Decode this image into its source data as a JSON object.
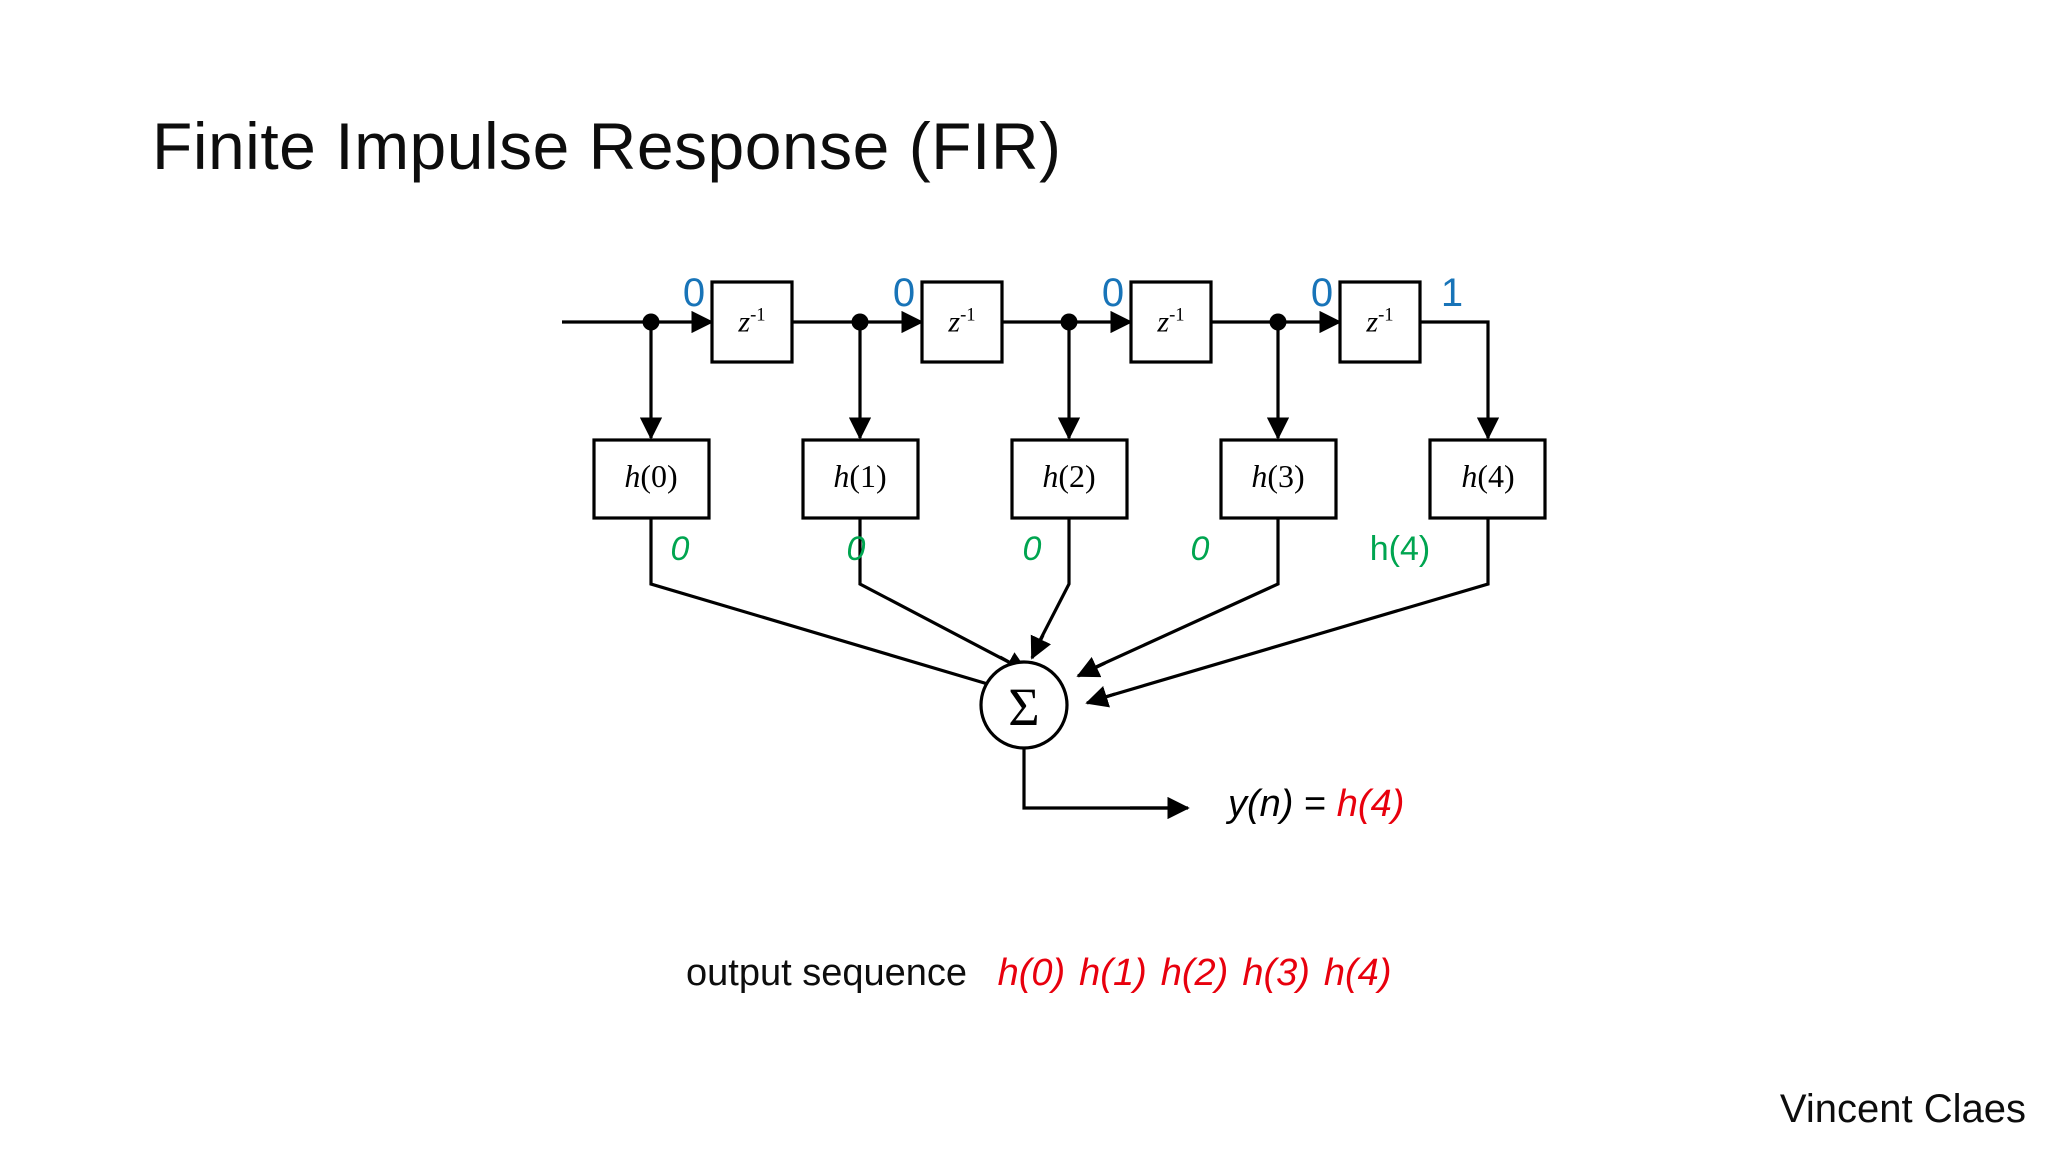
{
  "slide": {
    "title": "Finite Impulse Response (FIR)",
    "footer_author": "Vincent Claes"
  },
  "diagram": {
    "type": "fir-filter-block-diagram",
    "delay_block_label_base": "z",
    "delay_block_label_exponent": "-1",
    "sum_node_symbol": "Σ",
    "delay_stages": [
      {
        "id": "d1",
        "label_base": "z",
        "label_exponent": "-1"
      },
      {
        "id": "d2",
        "label_base": "z",
        "label_exponent": "-1"
      },
      {
        "id": "d3",
        "label_base": "z",
        "label_exponent": "-1"
      },
      {
        "id": "d4",
        "label_base": "z",
        "label_exponent": "-1"
      }
    ],
    "tap_values": [
      {
        "id": "t0",
        "value": "0"
      },
      {
        "id": "t1",
        "value": "0"
      },
      {
        "id": "t2",
        "value": "0"
      },
      {
        "id": "t3",
        "value": "0"
      },
      {
        "id": "t4",
        "value": "1"
      }
    ],
    "coefficients": [
      {
        "id": "h0",
        "name": "h",
        "index": "(0)"
      },
      {
        "id": "h1",
        "name": "h",
        "index": "(1)"
      },
      {
        "id": "h2",
        "name": "h",
        "index": "(2)"
      },
      {
        "id": "h3",
        "name": "h",
        "index": "(3)"
      },
      {
        "id": "h4",
        "name": "h",
        "index": "(4)"
      }
    ],
    "coefficient_outputs": [
      {
        "id": "o0",
        "value": "0",
        "italic": true
      },
      {
        "id": "o1",
        "value": "0",
        "italic": true
      },
      {
        "id": "o2",
        "value": "0",
        "italic": true
      },
      {
        "id": "o3",
        "value": "0",
        "italic": true
      },
      {
        "id": "o4",
        "value": "h(4)",
        "italic": false
      }
    ],
    "output_expression": {
      "left": "y(n)",
      "equals": "=",
      "right": "h(4)"
    }
  },
  "output_sequence": {
    "caption": "output sequence",
    "terms": [
      "h(0)",
      "h(1)",
      "h(2)",
      "h(3)",
      "h(4)"
    ]
  },
  "colors": {
    "tap_blue": "#1874b8",
    "coef_green": "#00a550",
    "highlight_red": "#e8000d",
    "line_black": "#000000",
    "background": "#ffffff"
  }
}
